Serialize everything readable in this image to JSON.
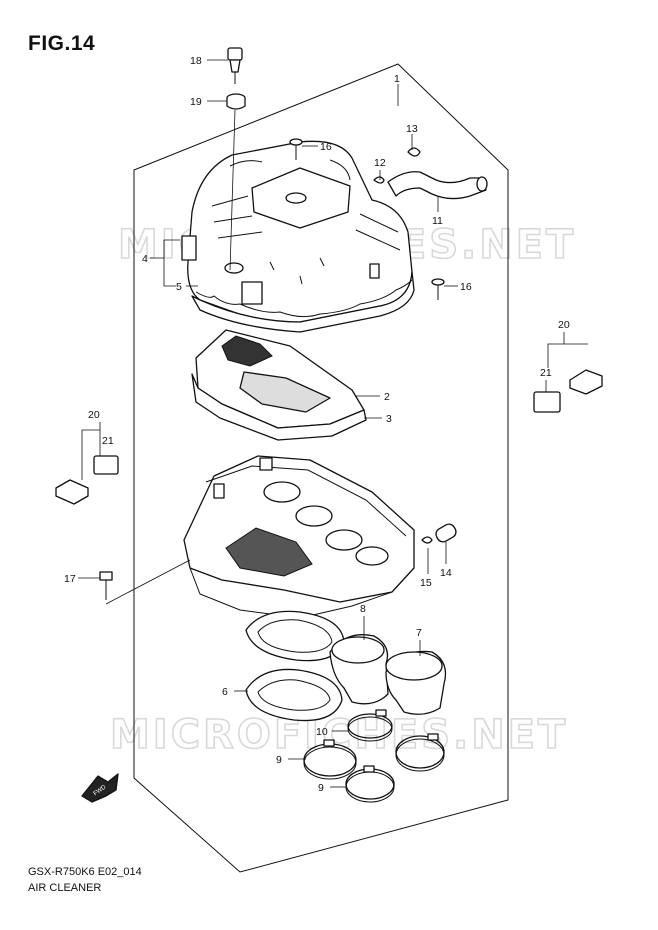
{
  "figure_label": "FIG.14",
  "model_code": "GSX-R750K6 E02_014",
  "section_name": "AIR CLEANER",
  "watermark_text": "MICROFICHES.NET",
  "direction_marker": "FWD",
  "callouts": {
    "p1": "1",
    "p2": "2",
    "p3": "3",
    "p4": "4",
    "p5": "5",
    "p6": "6",
    "p7": "7",
    "p8": "8",
    "p9a": "9",
    "p9b": "9",
    "p10": "10",
    "p11": "11",
    "p12": "12",
    "p13": "13",
    "p14": "14",
    "p15": "15",
    "p16a": "16",
    "p16b": "16",
    "p17": "17",
    "p18": "18",
    "p19": "19",
    "p20a": "20",
    "p20b": "20",
    "p21a": "21",
    "p21b": "21"
  },
  "colors": {
    "line": "#111111",
    "watermark": "#d9d9d9",
    "background": "#ffffff"
  }
}
